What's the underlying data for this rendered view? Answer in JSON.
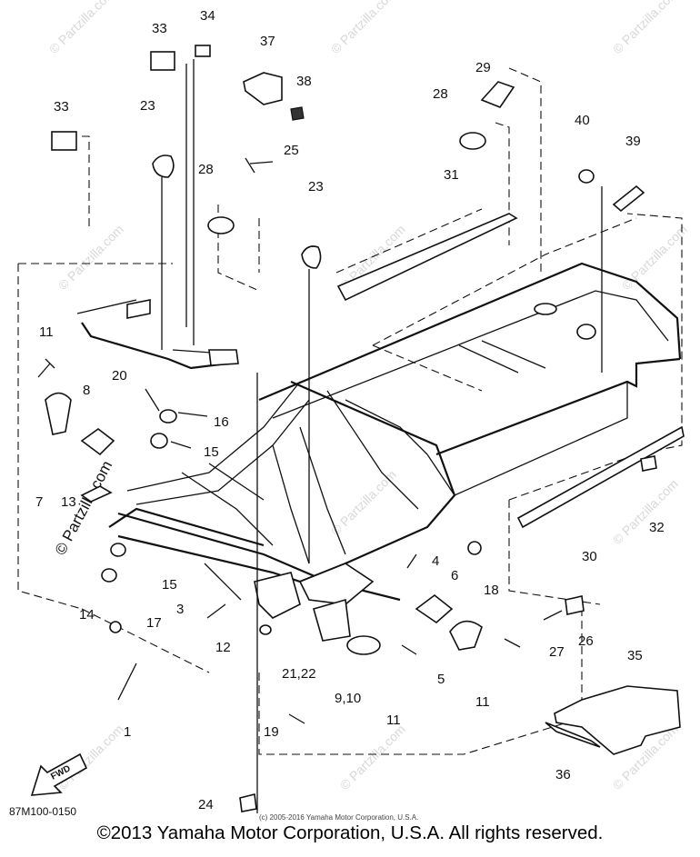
{
  "diagram": {
    "part_code": "87M100-0150",
    "fwd_label": "FWD",
    "callouts": [
      "1",
      "3",
      "4",
      "5",
      "6",
      "7",
      "8",
      "9,10",
      "11",
      "12",
      "13",
      "14",
      "15",
      "16",
      "17",
      "18",
      "19",
      "20",
      "21,22",
      "23",
      "24",
      "25",
      "26",
      "27",
      "28",
      "29",
      "30",
      "31",
      "32",
      "33",
      "34",
      "35",
      "36",
      "37",
      "38",
      "39",
      "40"
    ],
    "watermark": "© Partzilla.com",
    "fine_print": "(c) 2005-2016 Yamaha Motor Corporation, U.S.A."
  },
  "footer": {
    "copyright": "©2013 Yamaha Motor Corporation, U.S.A. All rights reserved."
  }
}
